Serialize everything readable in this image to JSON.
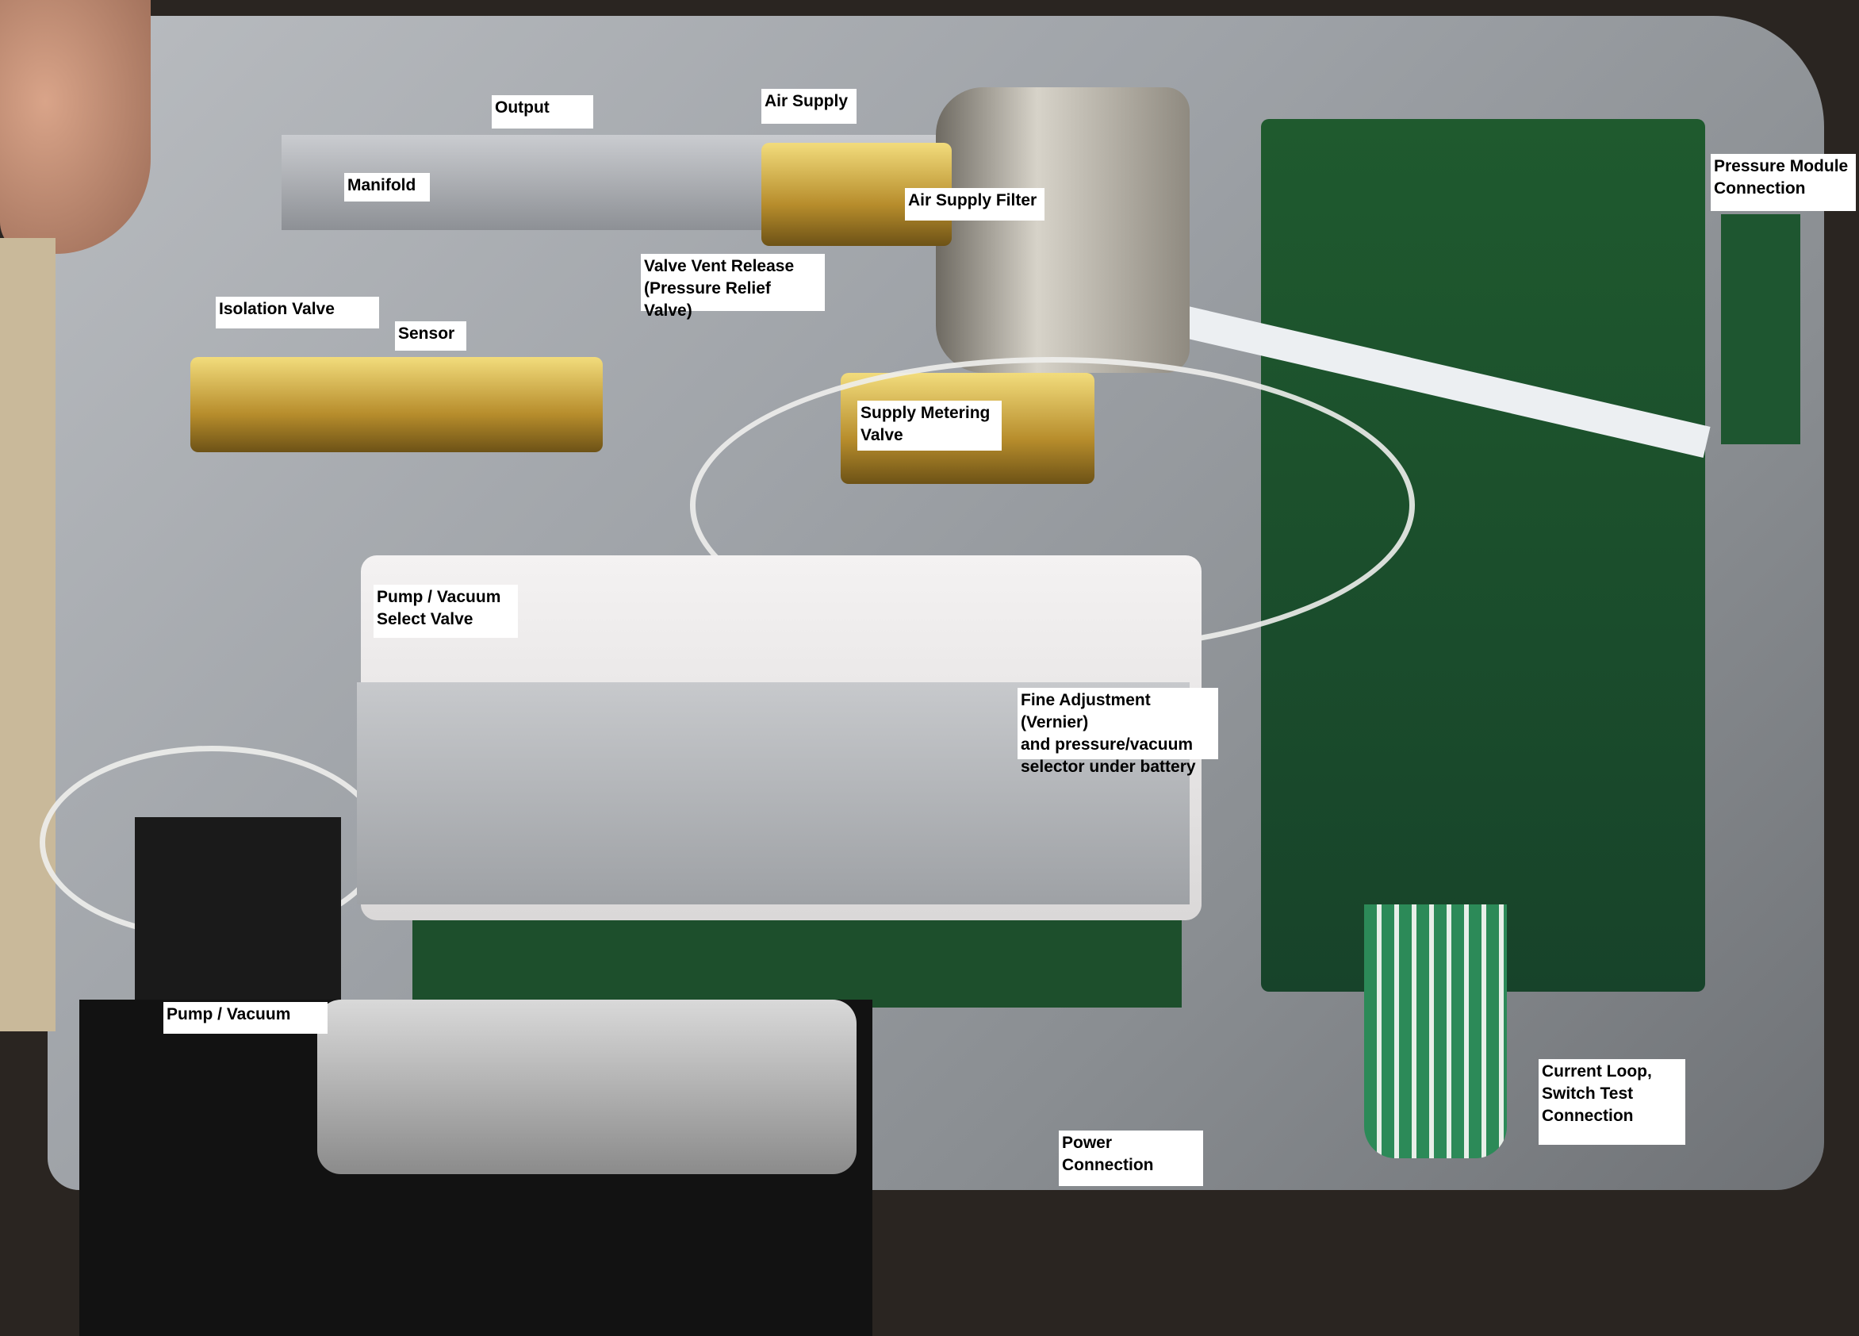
{
  "labels": {
    "output": "Output",
    "air_supply": "Air Supply",
    "manifold": "Manifold",
    "air_supply_filter": "Air Supply Filter",
    "valve_vent_release": "Valve Vent Release\n(Pressure Relief Valve)",
    "isolation_valve": "Isolation Valve",
    "sensor": "Sensor",
    "supply_metering_valve": "Supply Metering\nValve",
    "pressure_module_connection": "Pressure Module\nConnection",
    "pump_vacuum_select_valve": "Pump / Vacuum\nSelect Valve",
    "fine_adjustment": "Fine Adjustment (Vernier)\nand pressure/vacuum\nselector under battery",
    "pump_vacuum": "Pump / Vacuum",
    "power_connection": "Power\nConnection",
    "current_loop": "Current Loop,\nSwitch Test\nConnection"
  }
}
